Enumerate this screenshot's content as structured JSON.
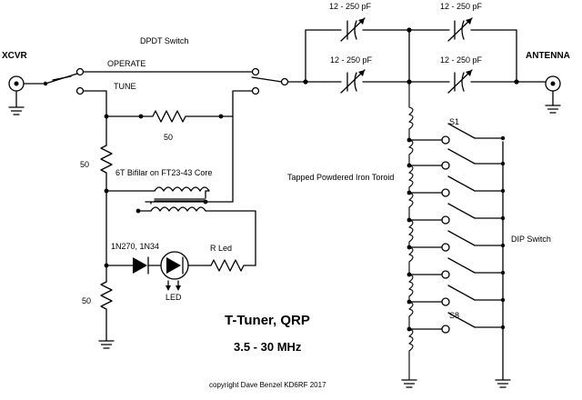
{
  "labels": {
    "xcvr": "XCVR",
    "antenna": "ANTENNA",
    "dpdt_switch": "DPDT Switch",
    "operate": "OPERATE",
    "tune": "TUNE",
    "res_top": "50",
    "res_left": "50",
    "res_bottom": "50",
    "bifilar": "6T Bifilar on FT23-43 Core",
    "diodes": "1N270, 1N34",
    "r_led": "R Led",
    "led": "LED",
    "cap1": "12 - 250 pF",
    "cap2": "12 - 250 pF",
    "cap3": "12 - 250 pF",
    "cap4": "12 - 250 pF",
    "toroid": "Tapped Powdered Iron Toroid",
    "s1": "S1",
    "s8": "S8",
    "dip": "DIP Switch",
    "title": "T-Tuner, QRP",
    "freq": "3.5 - 30 MHz",
    "copyright": "copyright Dave Benzel KD6RF 2017"
  }
}
